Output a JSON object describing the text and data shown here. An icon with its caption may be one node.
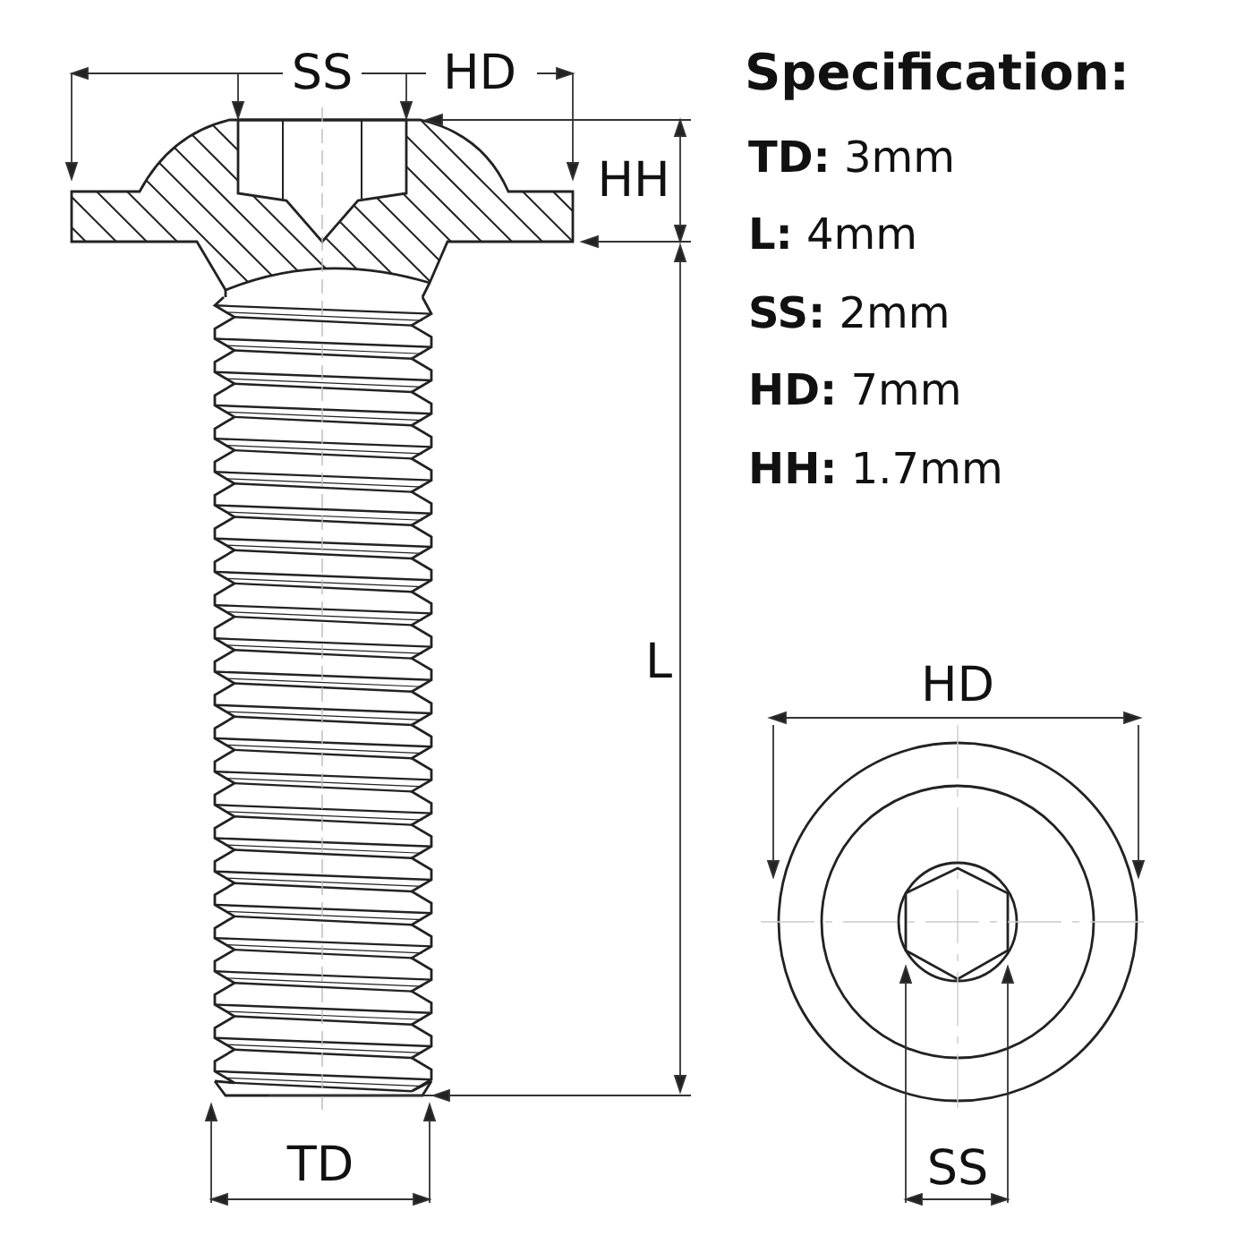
{
  "diagram": {
    "title": "Specification:",
    "labels": [
      "SS",
      "HD",
      "**TD:** 3mm",
      "**L:** 4mm",
      "HH",
      "**SS:** 2mm",
      "**HD:** 7mm",
      "**HH:** 1.7mm",
      "L",
      "HD",
      "SS",
      "TD"
    ]
  }
}
